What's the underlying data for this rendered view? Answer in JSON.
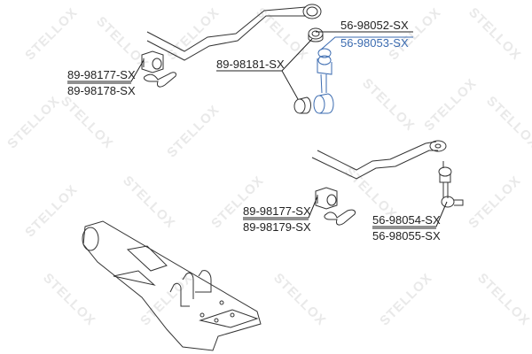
{
  "diagram": {
    "type": "parts-exploded-diagram",
    "subject": "stabilizer bar components",
    "watermark": "STELLOX",
    "colors": {
      "line": "#222222",
      "highlight": "#3b6bb0",
      "watermark": "#e9e9e9",
      "background": "#ffffff"
    },
    "labels": [
      {
        "id": "l1",
        "text": "89-98177-SX"
      },
      {
        "id": "l2",
        "text": "89-98178-SX"
      },
      {
        "id": "l3",
        "text": "89-98181-SX"
      },
      {
        "id": "l4",
        "text": "56-98052-SX"
      },
      {
        "id": "l5",
        "text": "56-98053-SX",
        "highlighted": true
      },
      {
        "id": "l6",
        "text": "89-98177-SX"
      },
      {
        "id": "l7",
        "text": "89-98179-SX"
      },
      {
        "id": "l8",
        "text": "56-98054-SX"
      },
      {
        "id": "l9",
        "text": "56-98055-SX"
      }
    ],
    "parts": [
      "front-stabilizer-bar",
      "front-stabilizer-bushing-with-bracket",
      "link-bushings",
      "front-stabilizer-link",
      "rear-stabilizer-bar",
      "rear-stabilizer-bushing-with-bracket",
      "rear-stabilizer-link",
      "lower-control-arm"
    ]
  }
}
